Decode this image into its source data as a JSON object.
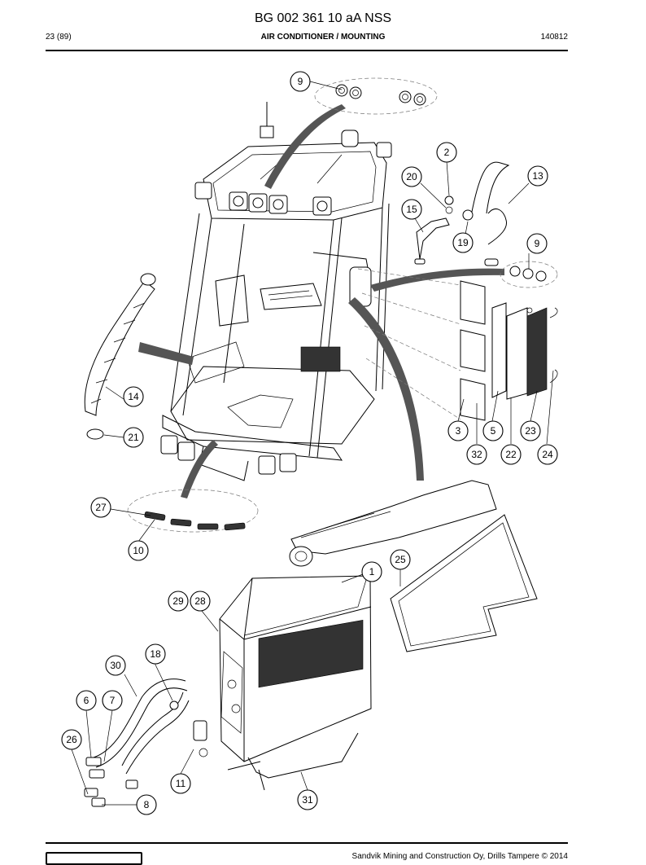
{
  "header": {
    "doc_code": "BG 002 361 10 aA NSS",
    "page": "23 (89)",
    "section_title": "AIR CONDITIONER / MOUNTING",
    "date_code": "140812"
  },
  "callouts": [
    "9",
    "2",
    "20",
    "13",
    "15",
    "19",
    "9",
    "14",
    "21",
    "3",
    "5",
    "23",
    "32",
    "22",
    "24",
    "27",
    "10",
    "25",
    "1",
    "29",
    "28",
    "18",
    "30",
    "6",
    "7",
    "26",
    "11",
    "8",
    "31"
  ],
  "footer": {
    "copyright": "Sandvik Mining and Construction Oy, Drills Tampere © 2014"
  }
}
